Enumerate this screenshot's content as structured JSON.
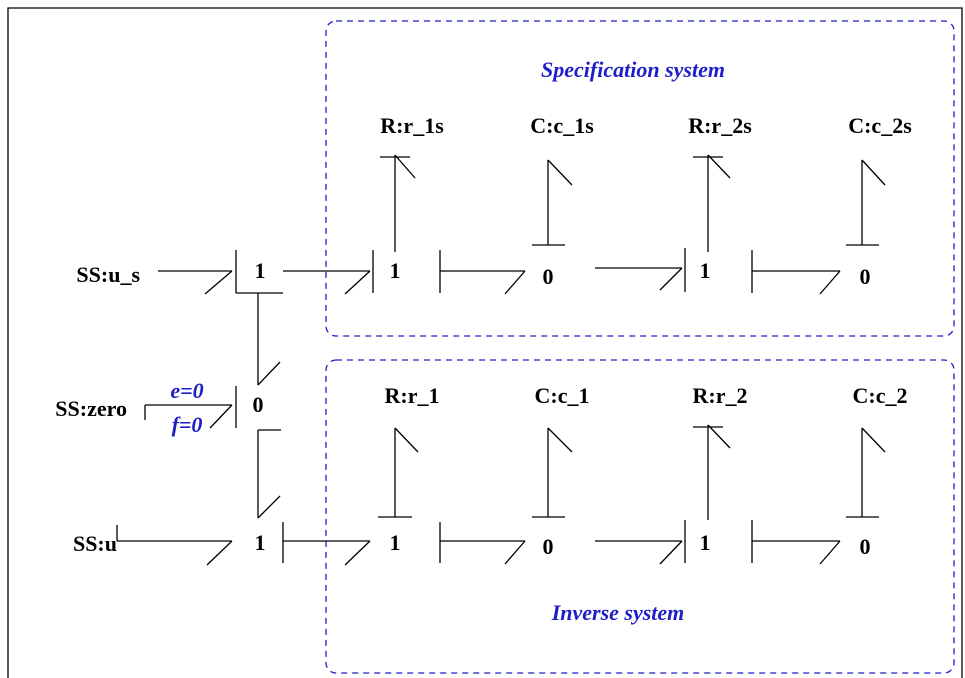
{
  "groups": {
    "spec_title": "Specification system",
    "inverse_title": "Inverse system"
  },
  "spec_components": {
    "r1": "R:r_1s",
    "c1": "C:c_1s",
    "r2": "R:r_2s",
    "c2": "C:c_2s"
  },
  "inv_components": {
    "r1": "R:r_1",
    "c1": "C:c_1",
    "r2": "R:r_2",
    "c2": "C:c_2"
  },
  "sources": {
    "u_s": "SS:u_s",
    "zero": "SS:zero",
    "u": "SS:u"
  },
  "source_labels": {
    "effort": "e=0",
    "flow": "f=0"
  },
  "junctions": {
    "one": "1",
    "zero": "0"
  },
  "colors": {
    "group_box": "#1e1ec8",
    "group_text": "#1e1ec8",
    "bonds": "#000000"
  }
}
